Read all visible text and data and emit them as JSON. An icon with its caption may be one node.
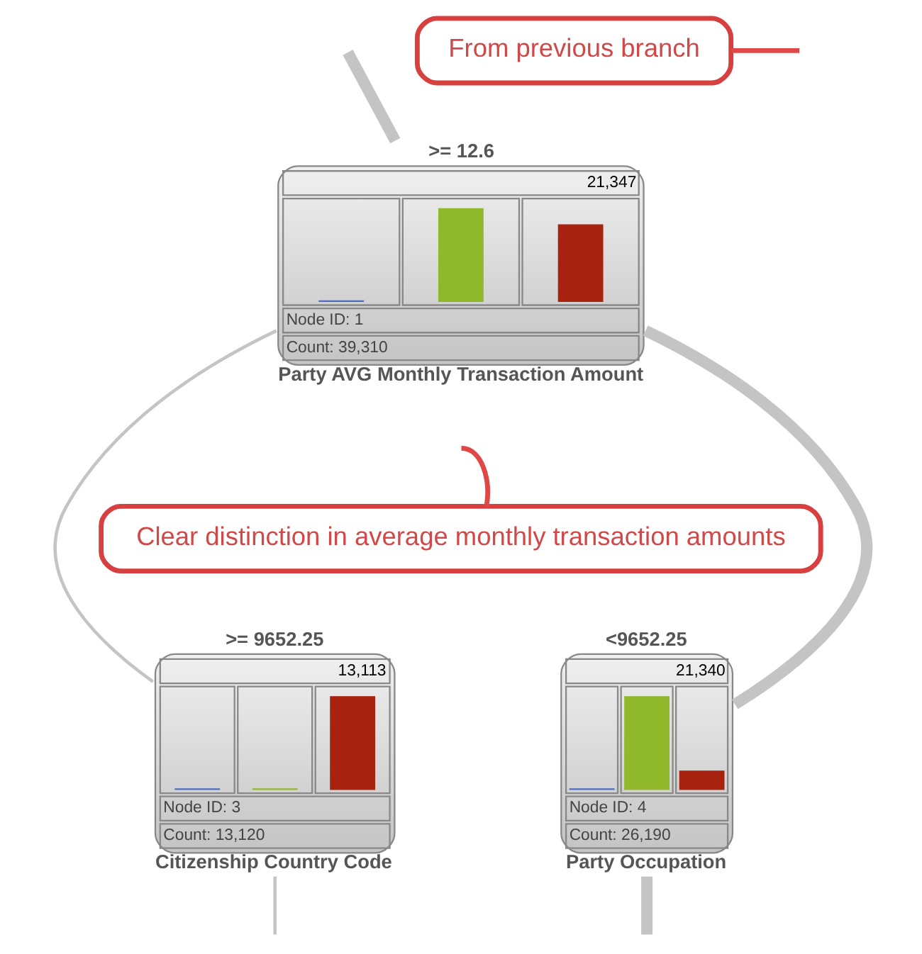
{
  "diagram": {
    "nodes": [
      {
        "text": [
          "From previous branch"
        ]
      },
      {
        "text": [
          "21,347",
          "Node ID: 1",
          "Count: 39,310"
        ],
        "beside": [
          ">= 12.6",
          "Party AVG Monthly Transaction Amount"
        ]
      },
      {
        "text": [
          "Clear distinction in average monthly transaction amounts"
        ]
      },
      {
        "text": [
          "13,113",
          "Node ID: 3",
          "Count: 13,120"
        ],
        "beside": [
          ">= 9652.25",
          "Citizenship Country Code"
        ]
      },
      {
        "text": [
          "21,340",
          "Node ID: 4",
          "Count: 26,190"
        ],
        "beside": [
          "<9652.25",
          "Party Occupation"
        ]
      }
    ],
    "edges": [
      {
        "from": null,
        "to": 1,
        "arrow": "none",
        "style": "thick"
      },
      {
        "from": 0,
        "to": null,
        "arrow": "none",
        "color": "#e04848"
      },
      {
        "from": 1,
        "to": 3,
        "arrow": "none"
      },
      {
        "from": 1,
        "to": 4,
        "arrow": "none",
        "style": "thick"
      },
      {
        "from": 2,
        "to": null,
        "arrow": "none",
        "color": "#e04848"
      },
      {
        "from": 3,
        "to": null,
        "arrow": "none"
      },
      {
        "from": 4,
        "to": null,
        "arrow": "none",
        "style": "thick"
      }
    ]
  }
}
